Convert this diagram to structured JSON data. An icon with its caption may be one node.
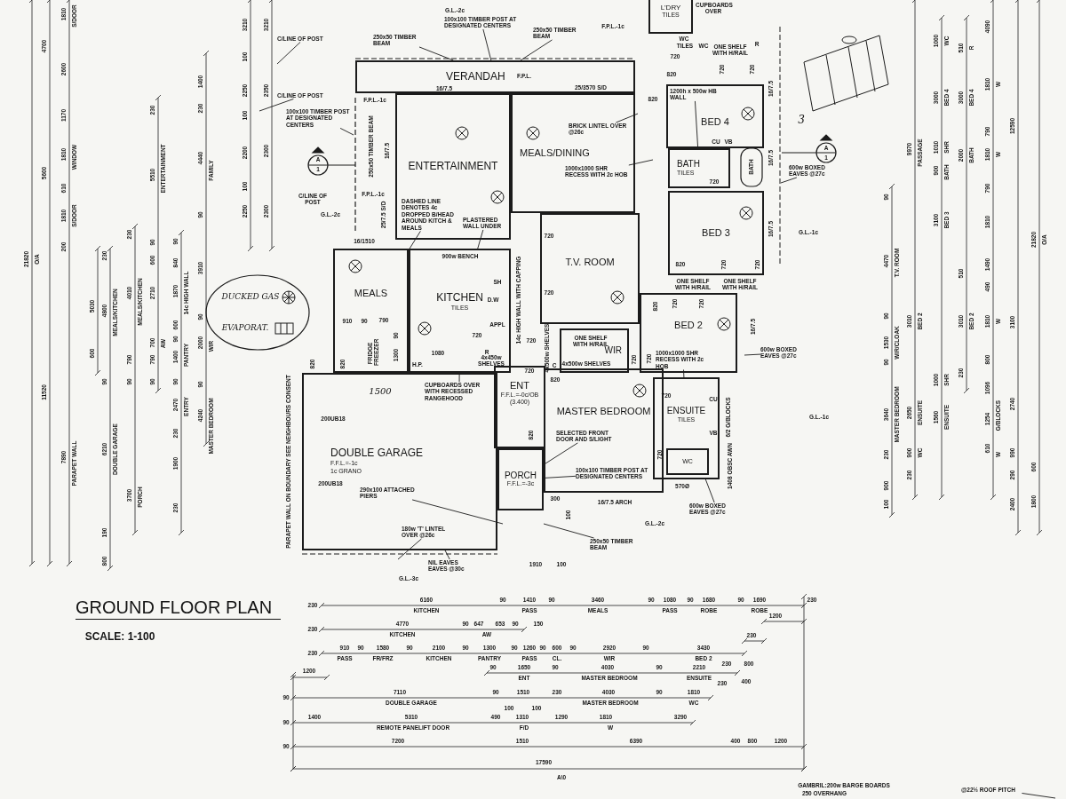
{
  "diagram": {
    "title": "GROUND FLOOR PLAN",
    "nodes": [
      {
        "text": [
          "VERANDAH"
        ]
      },
      {
        "text": [
          "ENTERTAINMENT"
        ]
      },
      {
        "text": [
          "MEALS/DINING"
        ]
      },
      {
        "text": [
          "L'DRY",
          "TILES"
        ]
      },
      {
        "text": [
          "BED 4"
        ]
      },
      {
        "text": [
          "BATH",
          "TILES"
        ]
      },
      {
        "text": [
          "BED 3"
        ]
      },
      {
        "text": [
          "MEALS"
        ]
      },
      {
        "text": [
          "KITCHEN",
          "TILES"
        ]
      },
      {
        "text": [
          "T.V. ROOM"
        ]
      },
      {
        "text": [
          "BED 2"
        ]
      },
      {
        "text": [
          "WIR"
        ]
      },
      {
        "text": [
          "ENT",
          "F.F.L.=-0c/OB",
          "(3.400)"
        ]
      },
      {
        "text": [
          "MASTER BEDROOM"
        ]
      },
      {
        "text": [
          "ENSUITE",
          "TILES"
        ]
      },
      {
        "text": [
          "DOUBLE GARAGE",
          "F.F.L.=-1c",
          "1c GRANO"
        ]
      },
      {
        "text": [
          "PORCH",
          "F.F.L.=-3c"
        ]
      },
      {
        "text": [
          "WC"
        ],
        "in": 14
      },
      {
        "text": [
          "C/LINE OF POST"
        ]
      },
      {
        "text": [
          "250x50 TIMBER BEAM"
        ]
      },
      {
        "text": [
          "100x100 TIMBER POST AT DESIGNATED CENTERS"
        ]
      },
      {
        "text": [
          "250x50 TIMBER BEAM"
        ]
      },
      {
        "text": [
          "C/LINE OF POST"
        ]
      },
      {
        "text": [
          "100x100 TIMBER POST AT DESIGNATED CENTERS"
        ]
      },
      {
        "text": [
          "BRICK LINTEL OVER @26c"
        ],
        "in": 2
      },
      {
        "text": [
          "1000x1000 SHR RECESS WITH 2c HOB"
        ],
        "in": 2
      },
      {
        "text": [
          "1200h x 500w HB WALL"
        ],
        "in": 4
      },
      {
        "text": [
          "600w BOXED EAVES @27c"
        ]
      },
      {
        "text": [
          "DASHED LINE DENOTES 4c DROPPED B/HEAD AROUND KITCH & MEALS"
        ],
        "in": 1
      },
      {
        "text": [
          "PLASTERED WALL UNDER"
        ],
        "in": 1
      },
      {
        "text": [
          "600w BOXED EAVES @27c"
        ]
      },
      {
        "text": [
          "1000x1000 SHR RECESS WITH 2c HOB"
        ],
        "in": 10
      },
      {
        "text": [
          "SELECTED FRONT DOOR AND S/LIGHT"
        ],
        "in": 13
      },
      {
        "text": [
          "100x100 TIMBER POST AT DESIGNATED CENTERS"
        ],
        "in": 13
      },
      {
        "text": [
          "250x50 TIMBER BEAM"
        ]
      },
      {
        "text": [
          "CUPBOARDS OVER WITH RECESSED RANGEHOOD"
        ],
        "in": 15
      },
      {
        "text": [
          "290x100 ATTACHED PIERS"
        ],
        "in": 15
      },
      {
        "text": [
          "180w 'T' LINTEL OVER @26c"
        ],
        "in": 15
      },
      {
        "text": [
          "NIL EAVES EAVES @30c"
        ]
      },
      {
        "text": [
          "600w BOXED EAVES @27c"
        ]
      },
      {
        "text": [
          "@22½ ROOF PITCH"
        ]
      }
    ],
    "edges": [
      {
        "from": 18,
        "to": null,
        "arrow": "none"
      },
      {
        "from": 19,
        "to": 0,
        "arrow": "none"
      },
      {
        "from": 20,
        "to": 0,
        "arrow": "none"
      },
      {
        "from": 21,
        "to": 0,
        "arrow": "none"
      },
      {
        "from": 22,
        "to": null,
        "arrow": "none"
      },
      {
        "from": 23,
        "to": null,
        "arrow": "none"
      },
      {
        "from": 24,
        "to": null,
        "arrow": "none"
      },
      {
        "from": 25,
        "to": null,
        "arrow": "none"
      },
      {
        "from": 26,
        "to": 5,
        "arrow": "none"
      },
      {
        "from": 27,
        "to": null,
        "arrow": "none"
      },
      {
        "from": 28,
        "to": 7,
        "arrow": "none"
      },
      {
        "from": 29,
        "to": 8,
        "arrow": "none"
      },
      {
        "from": 30,
        "to": null,
        "arrow": "none"
      },
      {
        "from": 31,
        "to": 14,
        "arrow": "none"
      },
      {
        "from": 32,
        "to": 16,
        "arrow": "none"
      },
      {
        "from": 33,
        "to": 16,
        "arrow": "none"
      },
      {
        "from": 34,
        "to": null,
        "arrow": "none"
      },
      {
        "from": 35,
        "to": 8,
        "arrow": "none"
      },
      {
        "from": 36,
        "to": null,
        "arrow": "none"
      },
      {
        "from": 37,
        "to": null,
        "arrow": "none"
      },
      {
        "from": 38,
        "to": 15,
        "arrow": "none"
      },
      {
        "from": 39,
        "to": 14,
        "arrow": "none"
      },
      {
        "from": 40,
        "to": null,
        "arrow": "none"
      }
    ],
    "labels": [
      "21820",
      "O/A",
      "11520",
      "4700",
      "5600",
      "1810",
      "S/DOOR",
      "2600",
      "1170",
      "1810",
      "WINDOW",
      "610",
      "1810",
      "S/DOOR",
      "200",
      "7890",
      "PARAPET WALL",
      "5030",
      "600",
      "230",
      "4800",
      "MEALS/KITCHEN",
      "90",
      "6210",
      "DOUBLE GARAGE",
      "190",
      "800",
      "230",
      "4010",
      "MEALS/KITCHEN",
      "790",
      "90",
      "3700",
      "PORCH",
      "230",
      "5510",
      "ENTERTAINMENT",
      "90",
      "600",
      "2710",
      "700",
      "AW",
      "790",
      "90",
      "90",
      "840",
      "1870",
      "14c HIGH WALL",
      "600",
      "90",
      "1400",
      "PANTRY",
      "90",
      "2470",
      "ENTRY",
      "230",
      "1900",
      "230",
      "1400",
      "230",
      "4440",
      "FAMILY",
      "90",
      "3910",
      "90",
      "2000",
      "WIR",
      "90",
      "4240",
      "MASTER BEDROOM",
      "3210",
      "100",
      "2250",
      "100",
      "2200",
      "100",
      "2250",
      "3210",
      "2350",
      "2300",
      "2300",
      "G.L.-2c",
      "F.P.L.-1c",
      "F.P.L.",
      "16/7.5",
      "25/3570 S/D",
      "F.P.L.-1c",
      "250x50 TIMBER BEAM",
      "16/7.5",
      "F.P.L.-1c",
      "25/7.5 S/D",
      "16/1510",
      "C/LINE OF POST",
      "G.L.-2c",
      "A",
      "1",
      "900w BENCH",
      "SH",
      "D.W",
      "APPL",
      "910",
      "90",
      "790",
      "FRIDGE FREEZER",
      "1300",
      "90",
      "1080",
      "H.P.",
      "R",
      "4x450w SHELVES",
      "720",
      "820",
      "820",
      "14c HIGH WALL WITH CAPPING",
      "720",
      "720",
      "4x500w SHELVES",
      "C",
      "ONE SHELF WITH H/RAIL",
      "4x500w SHELVES",
      "720",
      "820",
      "720",
      "720",
      "820",
      "820",
      "720",
      "720",
      "200UB18",
      "1500",
      "200UB18",
      "PARAPET WALL ON BOUNDARY SEE NEIGHBOURS CONSENT",
      "820",
      "300",
      "100",
      "16/7.5 ARCH",
      "G.L.-2c",
      "G.L.-3c",
      "1910",
      "100",
      "CUPBOARDS OVER",
      "WC",
      "TILES",
      "WC",
      "720",
      "820",
      "ONE SHELF WITH H/RAIL",
      "R",
      "720",
      "720",
      "16/7.5",
      "CU",
      "VB",
      "BATH",
      "16/7.5",
      "720",
      "16/7.5",
      "820",
      "720",
      "720",
      "ONE SHELF WITH H/RAIL",
      "ONE SHELF WITH H/RAIL",
      "16/7.5",
      "720",
      "720",
      "CU",
      "VB",
      "720",
      "6/2 G/BLOCKS",
      "1408 OBSC AWN",
      "570Ø",
      "A",
      "1",
      "G.L.-1c",
      "G.L.-1c",
      "3",
      "DUCKED GAS",
      "EVAPORAT.",
      "90",
      "4470",
      "T.V. ROOM",
      "90",
      "1530",
      "WIR/CLOAK",
      "90",
      "3640",
      "MASTER BEDROOM",
      "230",
      "900",
      "100",
      "9970",
      "PASSAGE",
      "3010",
      "BED 2",
      "2650",
      "ENSUITE",
      "900",
      "WC",
      "230",
      "1000",
      "WC",
      "3000",
      "BED 4",
      "1010",
      "SHR",
      "900",
      "BATH",
      "3100",
      "BED 3",
      "1000",
      "SHR",
      "1560",
      "ENSUITE",
      "510",
      "R",
      "3000",
      "BED 4",
      "2000",
      "BATH",
      "510",
      "3010",
      "BED 2",
      "230",
      "4090",
      "1810",
      "W",
      "790",
      "1810",
      "W",
      "790",
      "1810",
      "1490",
      "490",
      "1810",
      "W",
      "800",
      "1096",
      "1254",
      "G/BLOCKS",
      "610",
      "W",
      "12590",
      "3100",
      "2740",
      "990",
      "290",
      "2400",
      "21820",
      "O/A",
      "600",
      "1800",
      "SCALE: 1-100",
      "230",
      "6160",
      "KITCHEN",
      "90",
      "1410",
      "PASS",
      "90",
      "3460",
      "MEALS",
      "90",
      "1080",
      "PASS",
      "90",
      "1680",
      "ROBE",
      "90",
      "1690",
      "ROBE",
      "230",
      "1200",
      "230",
      "4770",
      "KITCHEN",
      "90",
      "647",
      "653",
      "AW",
      "90",
      "150",
      "230",
      "910",
      "PASS",
      "90",
      "1580",
      "FR/FRZ",
      "90",
      "2100",
      "KITCHEN",
      "90",
      "1300",
      "PANTRY",
      "90",
      "1260",
      "PASS",
      "90",
      "600",
      "CL.",
      "90",
      "2920",
      "WIR",
      "90",
      "3430",
      "BED 2",
      "230",
      "230",
      "800",
      "1200",
      "90",
      "1650",
      "ENT",
      "90",
      "4030",
      "MASTER BEDROOM",
      "90",
      "2210",
      "ENSUITE",
      "230",
      "400",
      "90",
      "7110",
      "DOUBLE GARAGE",
      "90",
      "1510",
      "230",
      "4030",
      "MASTER BEDROOM",
      "90",
      "1810",
      "WC",
      "90",
      "1400",
      "5310",
      "REMOTE PANELIFT DOOR",
      "490",
      "100",
      "1310",
      "F/D",
      "100",
      "1290",
      "1810",
      "W",
      "3290",
      "90",
      "7200",
      "1510",
      "6390",
      "400",
      "800",
      "1200",
      "17590",
      "A\\0",
      "GAMBRIL:200w BARGE BOARDS",
      "250 OVERHANG"
    ]
  }
}
